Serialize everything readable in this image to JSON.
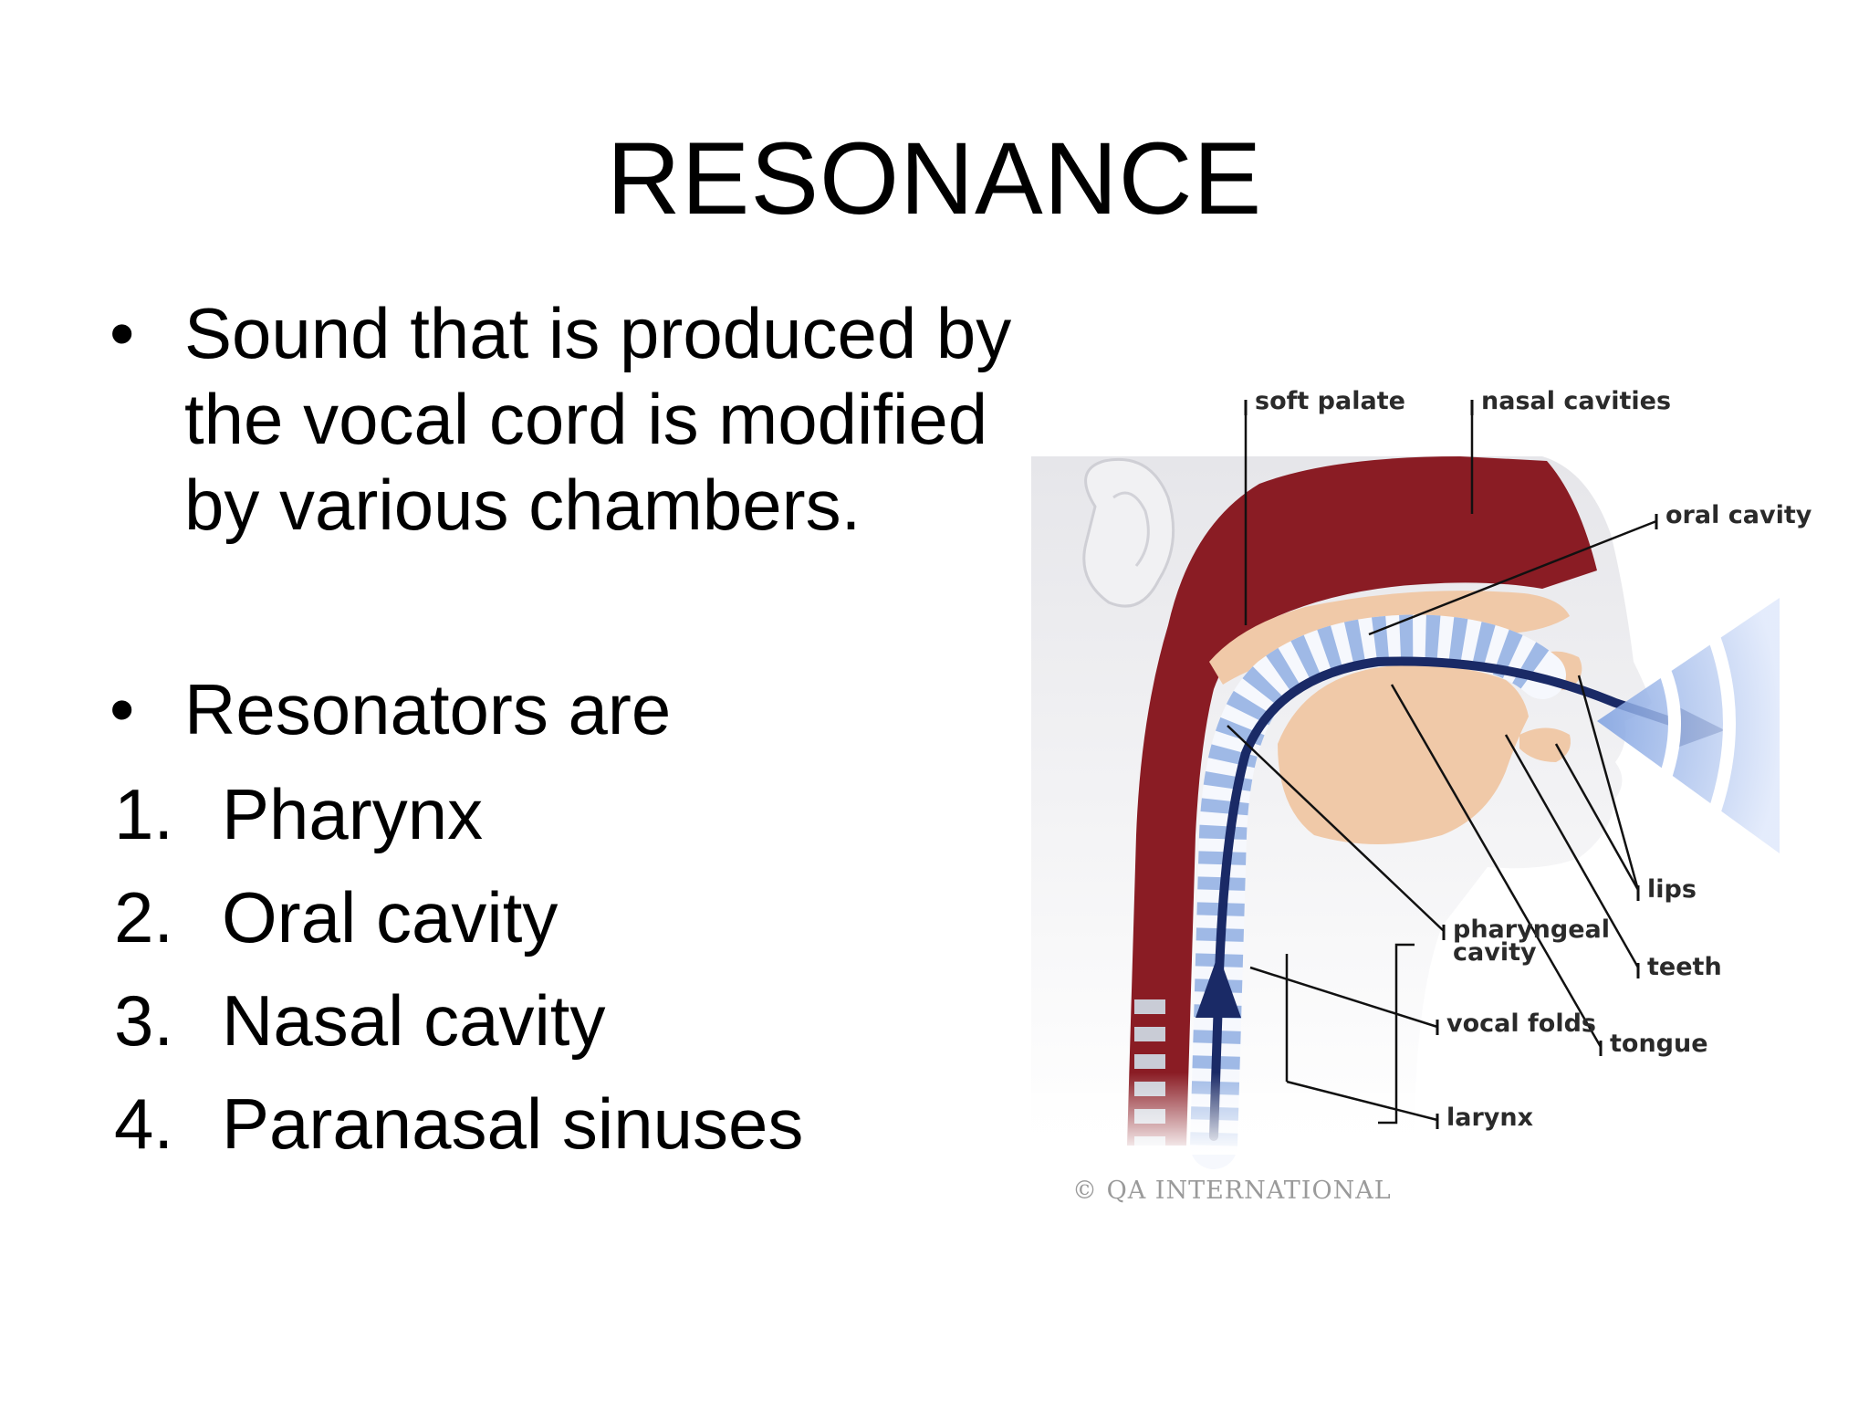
{
  "slide": {
    "title": "RESONANCE",
    "bullets": [
      {
        "symbol": "•",
        "lines": [
          "Sound that is produced by",
          "the vocal cord is modified",
          "by various chambers."
        ]
      },
      {
        "symbol": "•",
        "lines": [
          "Resonators are"
        ]
      }
    ],
    "numbered_list": [
      {
        "number": "1.",
        "text": "Pharynx"
      },
      {
        "number": "2.",
        "text": "Oral cavity"
      },
      {
        "number": "3.",
        "text": "Nasal cavity"
      },
      {
        "number": "4.",
        "text": "Paranasal sinuses"
      }
    ]
  },
  "diagram": {
    "labels": {
      "soft_palate": "soft palate",
      "nasal_cavities": "nasal cavities",
      "oral_cavity": "oral cavity",
      "lips": "lips",
      "teeth": "teeth",
      "pharyngeal_1": "pharyngeal",
      "pharyngeal_2": "cavity",
      "vocal_folds": "vocal folds",
      "tongue": "tongue",
      "larynx": "larynx"
    },
    "credit": "© QA INTERNATIONAL",
    "colors": {
      "tissue_dark": "#8a1c24",
      "tissue_light": "#f0c9a8",
      "airway_blue": "#9fb9e6",
      "arrow_navy": "#1a2a66",
      "skin": "#e9e9ec"
    }
  }
}
